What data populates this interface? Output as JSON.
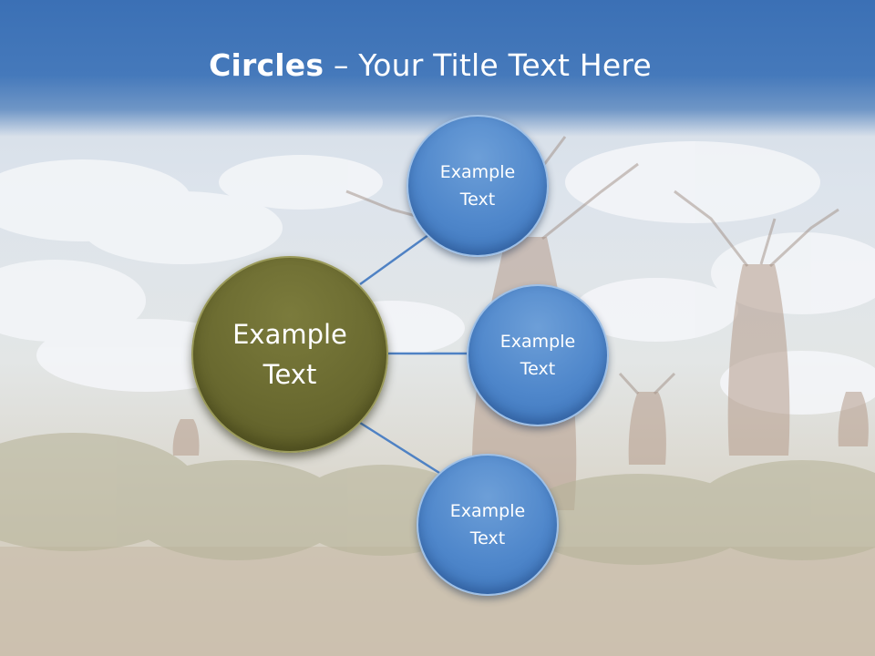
{
  "slide": {
    "title_bold": "Circles",
    "title_rest": " – Your Title Text Here"
  },
  "diagram": {
    "center": {
      "label": "Example Text"
    },
    "satellites": [
      {
        "label": "Example Text"
      },
      {
        "label": "Example Text"
      },
      {
        "label": "Example Text"
      }
    ]
  },
  "colors": {
    "header": "#4579bb",
    "satellite_fill": "#4f87cb",
    "center_fill": "#6a6a30",
    "connector": "#4f82c4"
  }
}
